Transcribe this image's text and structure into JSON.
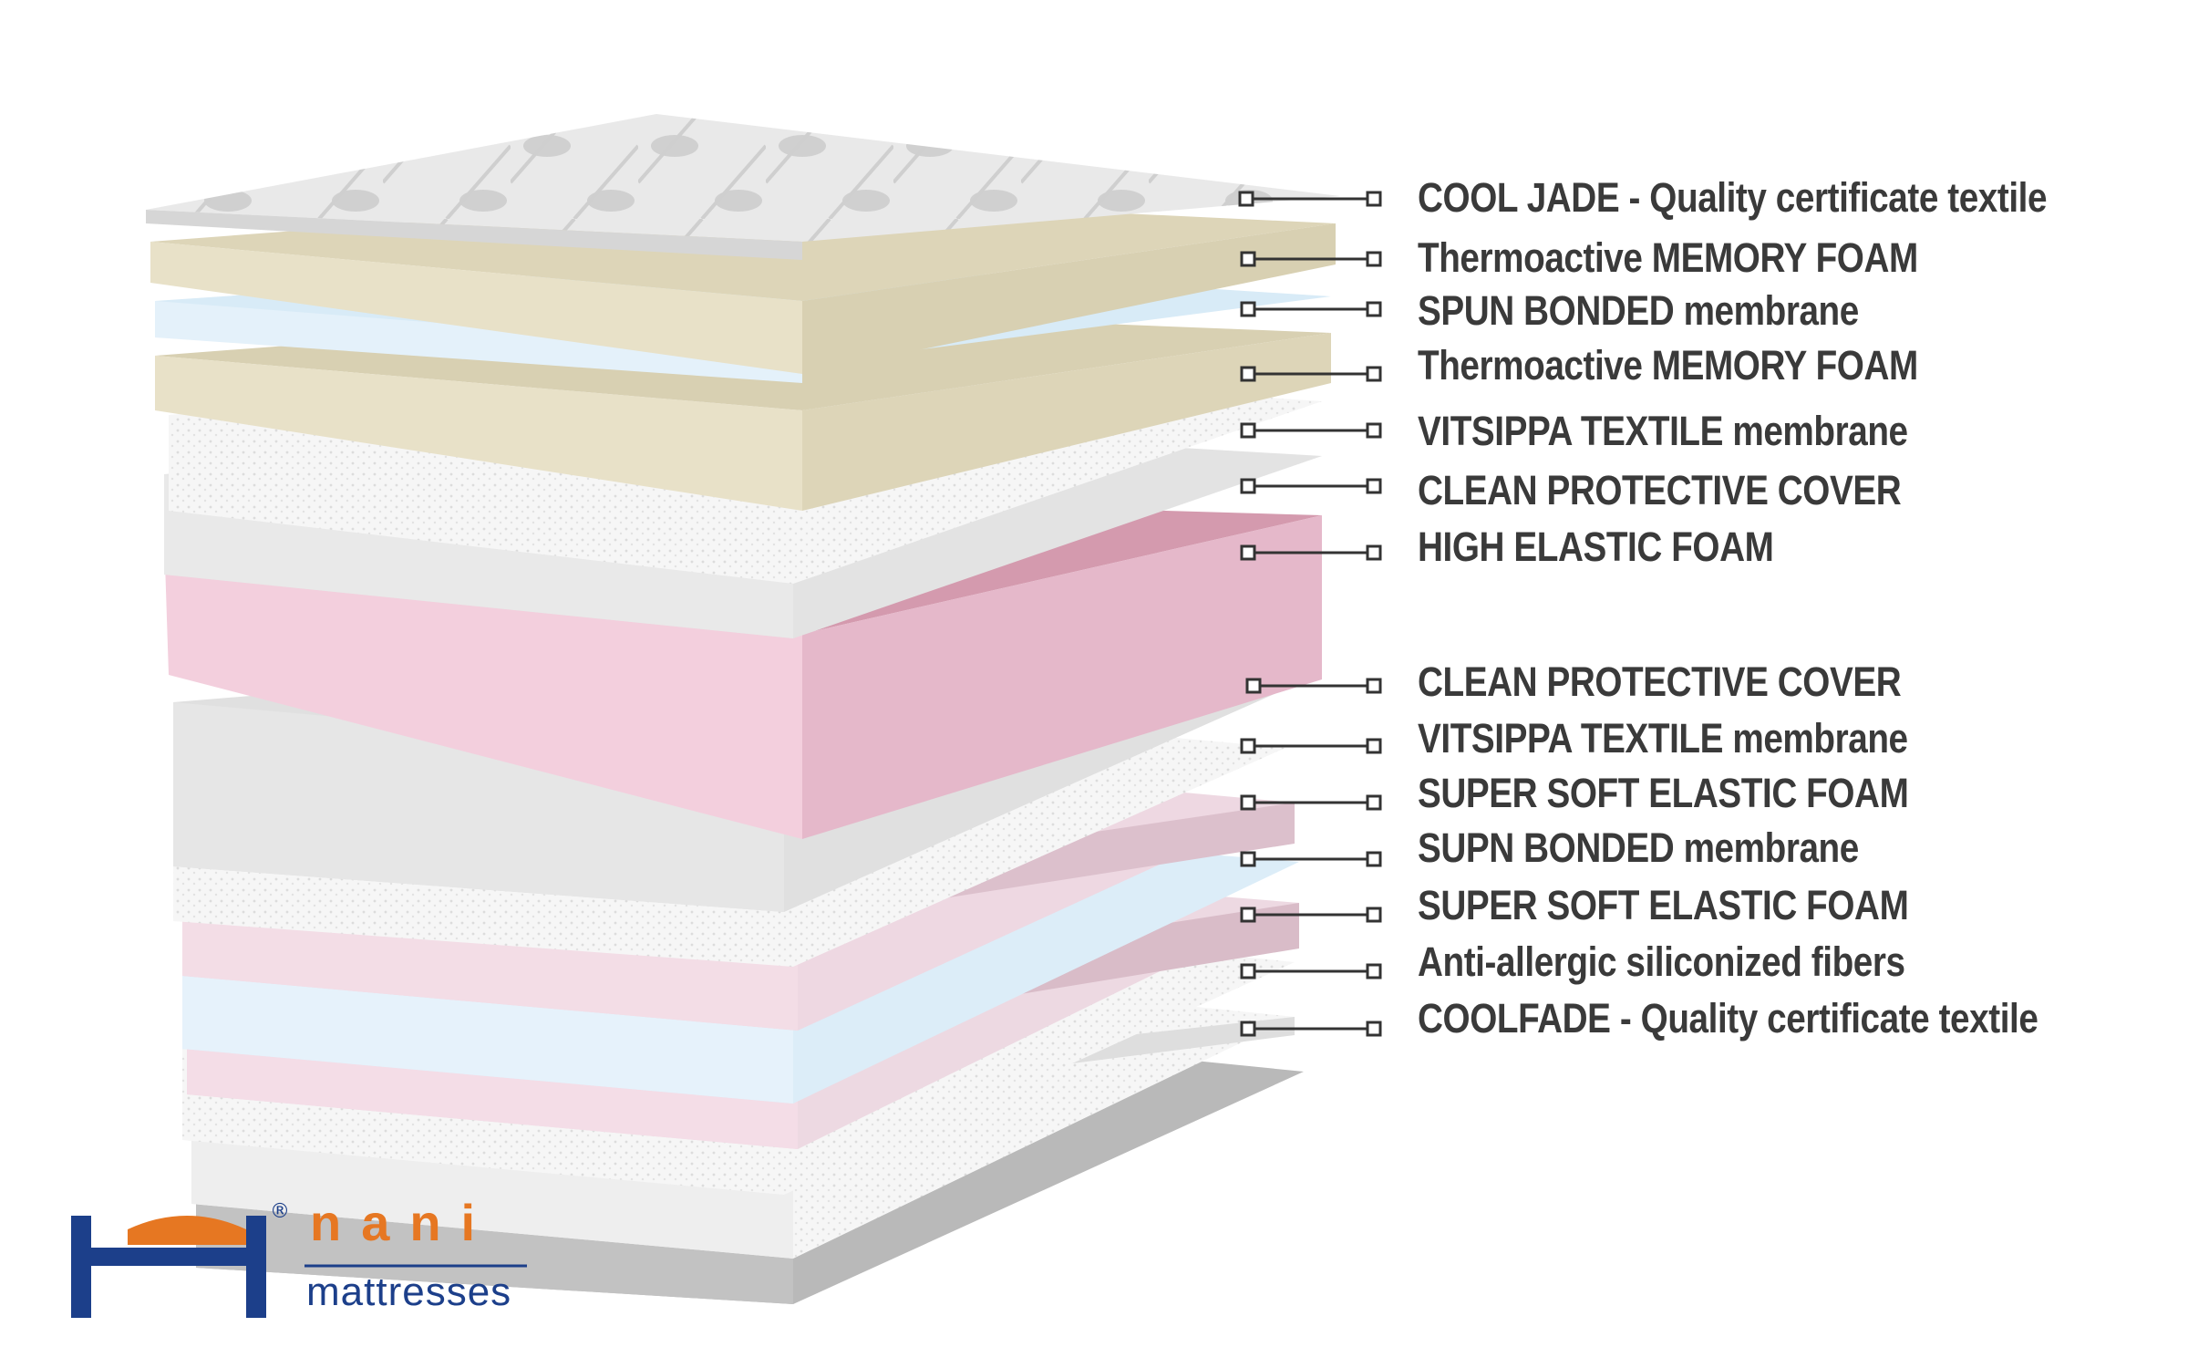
{
  "layers": [
    {
      "label": "COOL JADE - Quality certificate textile"
    },
    {
      "label": "Thermoactive MEMORY FOAM"
    },
    {
      "label": "SPUN BONDED membrane"
    },
    {
      "label": "Thermoactive MEMORY FOAM"
    },
    {
      "label": "VITSIPPA TEXTILE membrane"
    },
    {
      "label": "CLEAN PROTECTIVE COVER"
    },
    {
      "label": "HIGH ELASTIC FOAM"
    },
    {
      "label": "CLEAN PROTECTIVE COVER"
    },
    {
      "label": "VITSIPPA TEXTILE membrane"
    },
    {
      "label": "SUPER SOFT ELASTIC FOAM"
    },
    {
      "label": "SUPN BONDED membrane"
    },
    {
      "label": "SUPER SOFT ELASTIC FOAM"
    },
    {
      "label": "Anti-allergic siliconized fibers"
    },
    {
      "label": "COOLFADE - Quality certificate textile"
    }
  ],
  "brand": {
    "name": "nani",
    "subtitle": "mattresses",
    "registered_mark": "®",
    "logo_icon": "bed-h-icon"
  },
  "colors": {
    "label_text": "#3a3a3a",
    "brand_blue": "#1c3f8a",
    "brand_orange": "#e67722",
    "memory_foam": "#e6dfc6",
    "membrane_blue": "#ddeef8",
    "high_elastic_foam": "#f2c6d6",
    "soft_foam_pink": "#eed8e2",
    "white_textile": "#f4f4f4",
    "grey_base": "#bdbdbd"
  }
}
